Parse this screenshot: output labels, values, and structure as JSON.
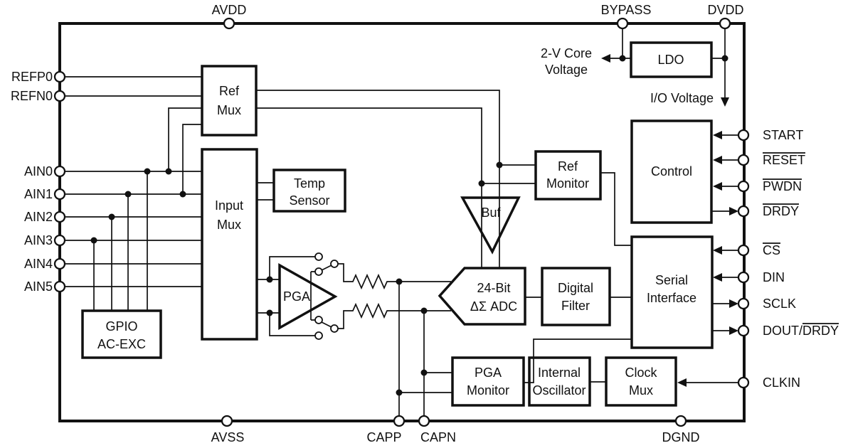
{
  "diagram": {
    "colors": {
      "line": "#111111",
      "background": "#ffffff"
    },
    "pins": {
      "avdd": "AVDD",
      "bypass": "BYPASS",
      "dvdd": "DVDD",
      "refp0": "REFP0",
      "refn0": "REFN0",
      "ain0": "AIN0",
      "ain1": "AIN1",
      "ain2": "AIN2",
      "ain3": "AIN3",
      "ain4": "AIN4",
      "ain5": "AIN5",
      "avss": "AVSS",
      "capp": "CAPP",
      "capn": "CAPN",
      "dgnd": "DGND",
      "start": "START",
      "reset": "RESET",
      "pwdn": "PWDN",
      "drdy": "DRDY",
      "cs": "CS",
      "din": "DIN",
      "sclk": "SCLK",
      "dout_prefix": "DOUT/",
      "dout_overlined": "DRDY",
      "clkin": "CLKIN"
    },
    "blocks": {
      "ref_mux": {
        "line1": "Ref",
        "line2": "Mux"
      },
      "input_mux": {
        "line1": "Input",
        "line2": "Mux"
      },
      "temp_sensor": {
        "line1": "Temp",
        "line2": "Sensor"
      },
      "gpio_ac_exc": {
        "line1": "GPIO",
        "line2": "AC-EXC"
      },
      "pga": {
        "label": "PGA"
      },
      "buf": {
        "label": "Buf"
      },
      "adc": {
        "line1": "24-Bit",
        "line2": "ΔΣ ADC"
      },
      "digital_filter": {
        "line1": "Digital",
        "line2": "Filter"
      },
      "ref_monitor": {
        "line1": "Ref",
        "line2": "Monitor"
      },
      "control": {
        "label": "Control"
      },
      "serial_interface": {
        "line1": "Serial",
        "line2": "Interface"
      },
      "pga_monitor": {
        "line1": "PGA",
        "line2": "Monitor"
      },
      "internal_oscillator": {
        "line1": "Internal",
        "line2": "Oscillator"
      },
      "clock_mux": {
        "line1": "Clock",
        "line2": "Mux"
      },
      "ldo": {
        "label": "LDO"
      }
    },
    "annotations": {
      "core_voltage_line1": "2-V Core",
      "core_voltage_line2": "Voltage",
      "io_voltage": "I/O Voltage"
    }
  }
}
